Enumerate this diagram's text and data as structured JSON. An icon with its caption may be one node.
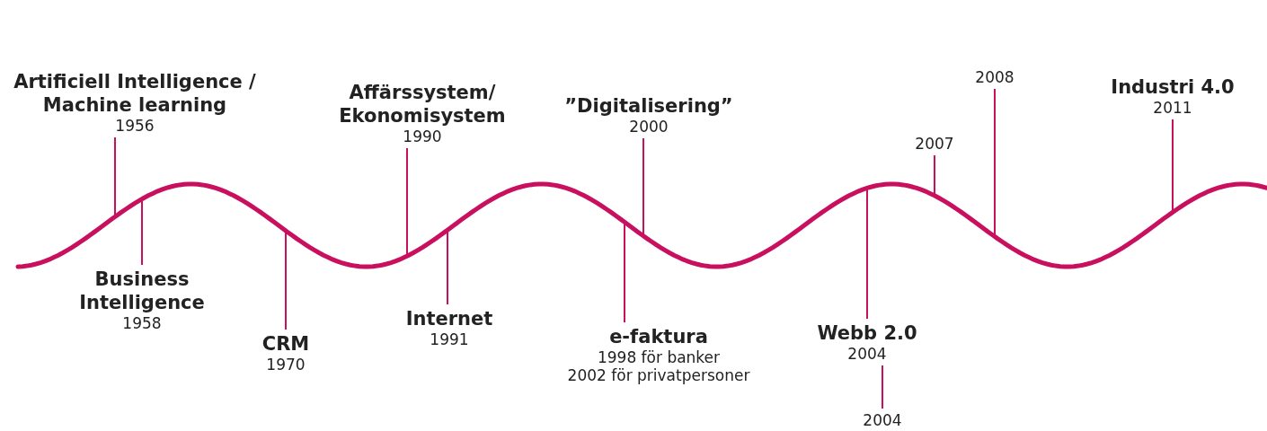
{
  "diagram": {
    "nodes": [
      {
        "text": [
          "Artificiell Intelligence / Machine learning",
          "1956"
        ]
      },
      {
        "text": [
          "Business Intelligence",
          "1958"
        ]
      },
      {
        "text": [
          "CRM",
          "1970"
        ]
      },
      {
        "text": [
          "Affärssystem/ Ekonomisystem",
          "1990"
        ]
      },
      {
        "text": [
          "Internet",
          "1991"
        ]
      },
      {
        "text": [
          "”Digitalisering”",
          "2000"
        ]
      },
      {
        "text": [
          "e-faktura",
          "1998 för banker",
          "2002 för privatpersoner"
        ]
      },
      {
        "text": [
          "Webb 2.0",
          "2004"
        ]
      },
      {
        "text": [
          "2004"
        ]
      },
      {
        "text": [
          "2007"
        ]
      },
      {
        "text": [
          "2008"
        ]
      },
      {
        "text": [
          "Industri 4.0",
          "2011"
        ]
      }
    ],
    "edges": [
      {
        "from": 0,
        "to": null,
        "arrow": "none"
      },
      {
        "from": 1,
        "to": null,
        "arrow": "none"
      },
      {
        "from": 2,
        "to": null,
        "arrow": "none"
      },
      {
        "from": 3,
        "to": null,
        "arrow": "none"
      },
      {
        "from": 4,
        "to": null,
        "arrow": "none"
      },
      {
        "from": 5,
        "to": null,
        "arrow": "none"
      },
      {
        "from": 6,
        "to": null,
        "arrow": "none"
      },
      {
        "from": 7,
        "to": null,
        "arrow": "none"
      },
      {
        "from": 9,
        "to": null,
        "arrow": "none"
      },
      {
        "from": 10,
        "to": null,
        "arrow": "none"
      },
      {
        "from": 11,
        "to": null,
        "arrow": "none"
      },
      {
        "from": 7,
        "to": 8,
        "arrow": "none"
      }
    ]
  }
}
